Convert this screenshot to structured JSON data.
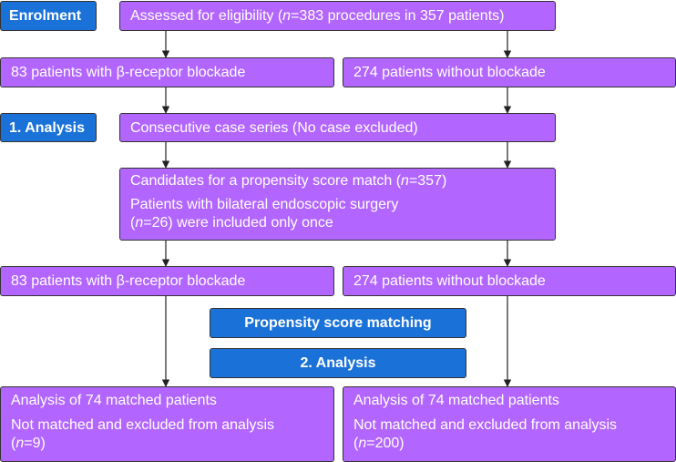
{
  "labels": {
    "enrolment": "Enrolment",
    "analysis1": "1. Analysis",
    "psm": "Propensity score matching",
    "analysis2": "2. Analysis"
  },
  "boxes": {
    "assessed": {
      "pre": "Assessed for eligibility (",
      "n": "n",
      "post": "=383 procedures in 357 patients)"
    },
    "blockade_1": {
      "pre": "83 patients with ",
      "beta": "β",
      "post": "-receptor blockade"
    },
    "no_blockade_1": "274 patients without blockade",
    "consecutive": "Consecutive case series (No case excluded)",
    "candidates": {
      "line1_pre": "Candidates for a propensity score match (",
      "n": "n",
      "line1_post": "=357)",
      "line2": "Patients with bilateral endoscopic surgery",
      "line3_open": "(",
      "line3_n": "n",
      "line3_post": "=26) were included only once"
    },
    "blockade_2": {
      "pre": "83 patients with ",
      "beta": "β",
      "post": "-receptor blockade"
    },
    "no_blockade_2": "274 patients without blockade",
    "matched_left": {
      "line1": "Analysis of 74 matched patients",
      "line2": "Not matched and excluded from analysis",
      "open": "(",
      "n": "n",
      "post": "=9)"
    },
    "matched_right": {
      "line1": "Analysis of 74 matched patients",
      "line2": "Not matched and excluded from analysis",
      "open": "(",
      "n": "n",
      "post": "=200)"
    }
  },
  "colors": {
    "purple": "#b266ff",
    "blue": "#1a72d9",
    "border": "#333333",
    "arrow": "#222222"
  }
}
